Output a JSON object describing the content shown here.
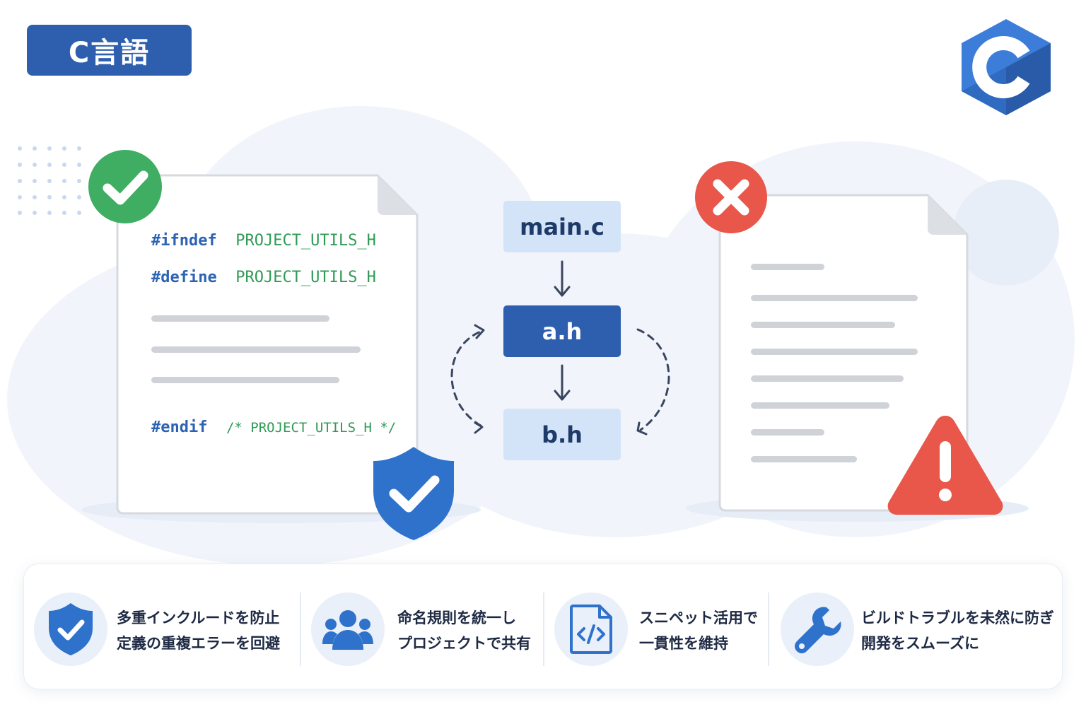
{
  "header": {
    "title": "C言語",
    "logo_icon": "c-language-logo-icon"
  },
  "good_file": {
    "status_icon": "green-check-icon",
    "code_lines": [
      {
        "keyword": "#ifndef",
        "macro": "PROJECT_UTILS_H"
      },
      {
        "keyword": "#define",
        "macro": "PROJECT_UTILS_H"
      },
      {
        "keyword": "#endif",
        "macro": "/* PROJECT_UTILS_H */"
      }
    ],
    "placeholder_lines": 3,
    "badge_icon": "shield-check-icon"
  },
  "include_flow": {
    "nodes": [
      "main.c",
      "a.h",
      "b.h"
    ],
    "cycle_arrows": "dashed"
  },
  "bad_file": {
    "status_icon": "red-x-icon",
    "placeholder_lines": 8,
    "badge_icon": "warning-triangle-icon"
  },
  "features": [
    {
      "icon": "shield-check-icon",
      "line1": "多重インクルードを防止",
      "line2": "定義の重複エラーを回避"
    },
    {
      "icon": "team-users-icon",
      "line1": "命名規則を統一し",
      "line2": "プロジェクトで共有"
    },
    {
      "icon": "code-file-icon",
      "line1": "スニペット活用で",
      "line2": "一貫性を維持"
    },
    {
      "icon": "wrench-icon",
      "line1": "ビルドトラブルを未然に防ぎ",
      "line2": "開発をスムーズに"
    }
  ],
  "colors": {
    "primary_blue": "#2d5fae",
    "light_blue": "#d4e4f8",
    "success_green": "#3fae63",
    "error_red": "#e8574a",
    "code_blue": "#2c63b3",
    "code_green": "#2f9a55"
  }
}
